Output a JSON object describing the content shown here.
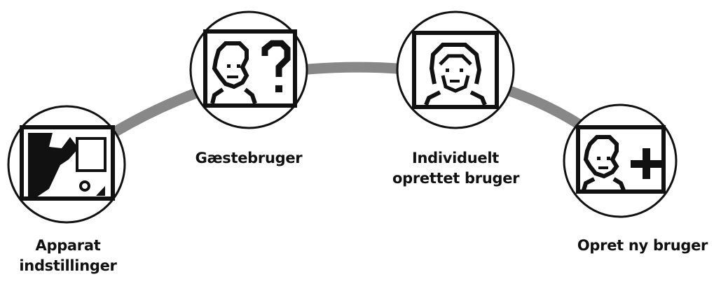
{
  "menu": {
    "items": [
      {
        "id": "device-settings",
        "icon": "device-settings-icon",
        "label_lines": [
          "Apparat",
          "indstillinger"
        ]
      },
      {
        "id": "guest-user",
        "icon": "guest-user-icon",
        "label_lines": [
          "Gæstebruger"
        ]
      },
      {
        "id": "individual-user",
        "icon": "individual-user-icon",
        "label_lines": [
          "Individuelt",
          "oprettet bruger"
        ]
      },
      {
        "id": "create-user",
        "icon": "create-user-icon",
        "label_lines": [
          "Opret ny bruger"
        ]
      }
    ],
    "arc_color": "#888888",
    "icon_color": "#111111"
  }
}
